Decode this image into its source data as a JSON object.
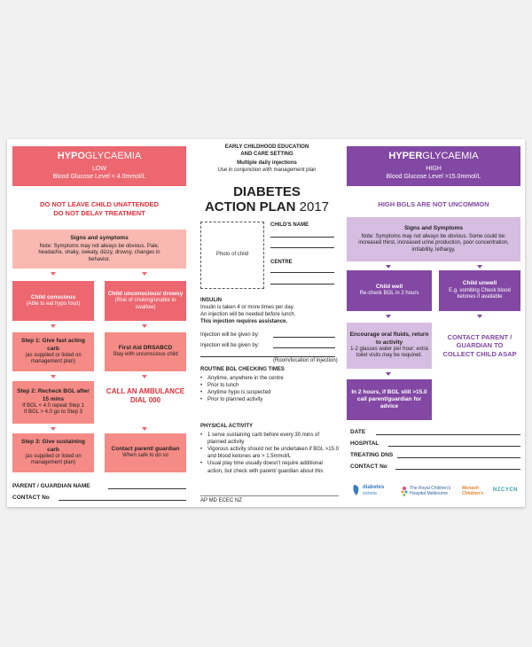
{
  "hypo": {
    "title_bold": "HYPO",
    "title_rest": "GLYCAEMIA",
    "level": "LOW",
    "level_detail": "Blood Glucose Level < 4.0mmol/L",
    "warning_1": "DO NOT LEAVE CHILD UNATTENDED",
    "warning_2": "DO NOT DELAY TREATMENT",
    "signs_title": "Signs and symptoms",
    "signs_text": "Note: Symptoms may not always be obvious. Pale, headache, shaky, sweaty, dizzy, drowsy, changes in behavior.",
    "conscious_title": "Child conscious",
    "conscious_text": "(Able to eat hypo food)",
    "unconscious_title": "Child unconscious/ drowsy",
    "unconscious_text": "(Risk of choking/unable to swallow)",
    "step1_title": "Step 1: Give fast acting carb",
    "step1_text": "(as supplied or listed on management plan)",
    "firstaid_title": "First Aid DRSABCD",
    "firstaid_text": "Stay with unconscious child",
    "step2_title": "Step 2: Recheck BGL after 15 mins",
    "step2_line1": "If BGL < 4.0 repeat Step 1",
    "step2_line2": "If BGL > 4.0 go to Step 3",
    "ambulance": "CALL AN AMBULANCE DIAL 000",
    "step3_title": "Step 3: Give sustaining carb",
    "step3_text": "(as supplied or listed on management plan)",
    "contact_title": "Contact parent/ guardian",
    "contact_text": "When safe to do so",
    "parent_label": "PARENT / GUARDIAN NAME",
    "contact_no_label": "CONTACT No"
  },
  "center": {
    "setting_1": "EARLY CHILDHOOD EDUCATION",
    "setting_2": "AND CARE SETTING",
    "injections": "Multiple daily injections",
    "use_with": "Use in conjunction with management plan",
    "title_1": "DIABETES",
    "title_2": "ACTION PLAN",
    "year": "2017",
    "photo": "Photo of child",
    "childs_name": "CHILD'S NAME",
    "centre": "CENTRE",
    "insulin_head": "INSULIN",
    "insulin_1": "Insulin is taken 4 or more times per day.",
    "insulin_2": "An injection will be needed before lunch.",
    "insulin_3": "This injection requires assistance.",
    "injection_by_1": "Injection will be given by:",
    "injection_by_2": "Injection will be given by:",
    "room": "(Room/location of injection)",
    "routine_head": "ROUTINE BGL CHECKING TIMES",
    "routine": [
      "Anytime, anywhere in the centre",
      "Prior to lunch",
      "Anytime hypo is suspected",
      "Prior to planned activity"
    ],
    "activity_head": "PHYSICAL ACTIVITY",
    "activity": [
      "1 serve sustaining carb before every 30 mins of planned activity",
      "Vigorous activity should not be undertaken if BGL >15.0 and blood ketones are > 1.5mmol/L",
      "Usual play time usually doesn't require additional action, but check with parent/ guardian about this"
    ],
    "code": "AP MD ECEC NZ"
  },
  "hyper": {
    "title_bold": "HYPER",
    "title_rest": "GLYCAEMIA",
    "level": "HIGH",
    "level_detail": "Blood Glucose Level >15.0mmol/L",
    "warning": "HIGH BGLS ARE NOT UNCOMMON",
    "signs_title": "Signs and Symptoms",
    "signs_text": "Note: Symptoms may not always be obvious. Some could be: increased thirst, increased urine production, poor concentration, irritability, lethargy.",
    "well_title": "Child well",
    "well_text": "Re-check BGL in 2 hours",
    "unwell_title": "Child unwell",
    "unwell_text": "E.g. vomiting Check blood ketones if available",
    "encourage_title": "Encourage oral fluids, return to activity",
    "encourage_text": "1-2 glasses water per hour; extra toilet visits may be required.",
    "contact_parent": "CONTACT PARENT / GUARDIAN TO COLLECT CHILD ASAP",
    "twohours_title": "In 2 hours, if BGL still >15.0",
    "twohours_text": "call parent/guardian for advice",
    "date_label": "DATE",
    "hospital_label": "HOSPITAL",
    "treating_label": "TREATING DNS",
    "contact_no_label": "CONTACT No"
  },
  "logos": {
    "diabetes_1": "diabetes",
    "diabetes_2": "victoria",
    "rch_1": "The Royal Children's",
    "rch_2": "Hospital Melbourne",
    "monash_1": "Monash",
    "monash_2": "Children's",
    "nzcycn": "NZCYCN"
  },
  "colors": {
    "hypo_red": "#ec6770",
    "hyper_purple": "#8248a3"
  }
}
